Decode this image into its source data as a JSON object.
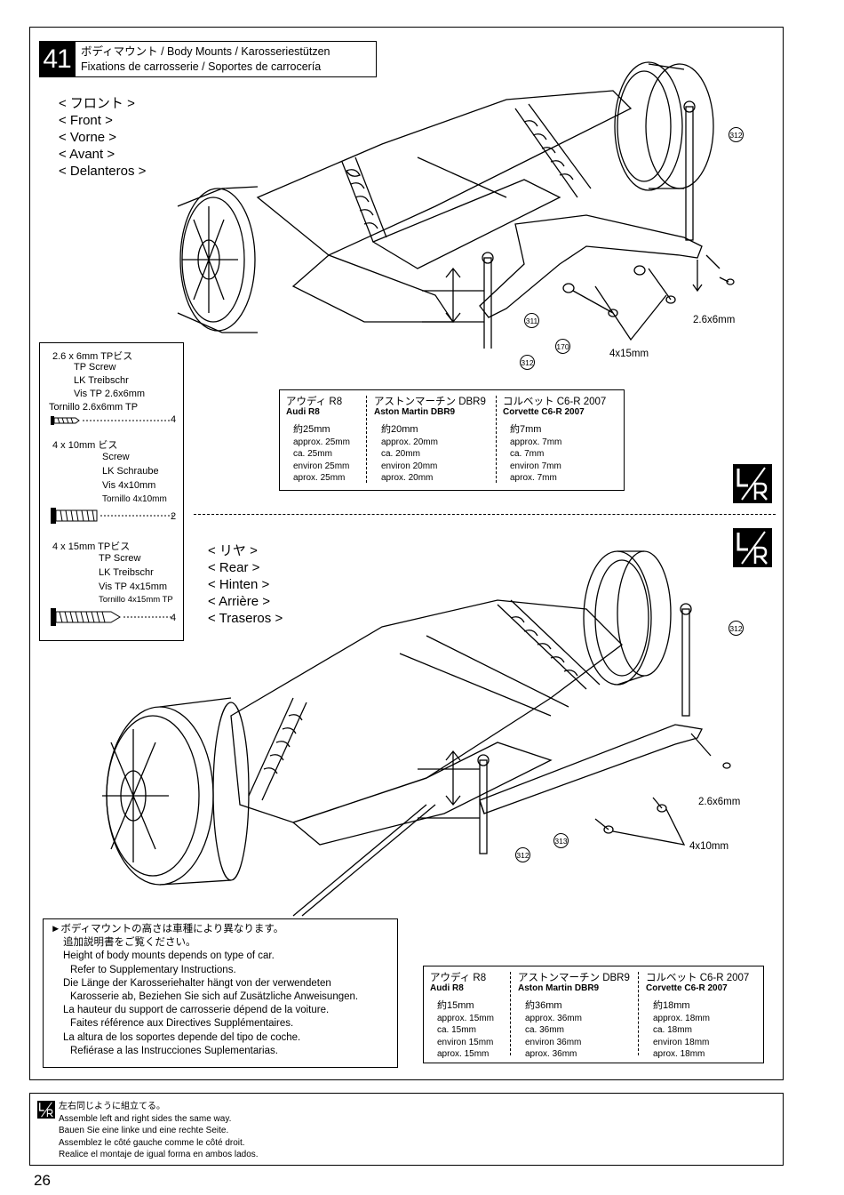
{
  "step": {
    "number": "41",
    "title_line1": "ボディマウント / Body Mounts / Karosseriestützen",
    "title_line2": "Fixations de carrosserie / Soportes de carrocería"
  },
  "front_label": [
    "< フロント >",
    "< Front >",
    "< Vorne >",
    "< Avant >",
    "< Delanteros >"
  ],
  "rear_label": [
    "< リヤ >",
    "< Rear >",
    "< Hinten >",
    "< Arrière >",
    "< Traseros >"
  ],
  "parts": [
    {
      "title": "2.6 x 6mm  TPビス",
      "names": [
        "TP Screw",
        "LK Treibschr",
        "Vis TP 2.6x6mm",
        "Tornillo 2.6x6mm TP"
      ],
      "qty": "4"
    },
    {
      "title": "4 x 10mm  ビス",
      "names": [
        "Screw",
        "LK Schraube",
        "Vis 4x10mm",
        "Tornillo 4x10mm"
      ],
      "qty": "2"
    },
    {
      "title": "4 x 15mm  TPビス",
      "names": [
        "TP Screw",
        "LK Treibschr",
        "Vis TP 4x15mm",
        "Tornillo 4x15mm TP"
      ],
      "qty": "4"
    }
  ],
  "front_table": [
    {
      "jp": "アウディ R8",
      "en": "Audi R8",
      "values": [
        "約25mm",
        "approx. 25mm",
        "ca. 25mm",
        "environ 25mm",
        "aprox. 25mm"
      ]
    },
    {
      "jp": "アストンマーチン DBR9",
      "en": "Aston Martin DBR9",
      "values": [
        "約20mm",
        "approx. 20mm",
        "ca. 20mm",
        "environ 20mm",
        "aprox. 20mm"
      ]
    },
    {
      "jp": "コルベット C6-R 2007",
      "en": "Corvette C6-R 2007",
      "values": [
        "約7mm",
        "approx. 7mm",
        "ca. 7mm",
        "environ 7mm",
        "aprox. 7mm"
      ]
    }
  ],
  "rear_table": [
    {
      "jp": "アウディ R8",
      "en": "Audi R8",
      "values": [
        "約15mm",
        "approx. 15mm",
        "ca. 15mm",
        "environ 15mm",
        "aprox. 15mm"
      ]
    },
    {
      "jp": "アストンマーチン DBR9",
      "en": "Aston Martin DBR9",
      "values": [
        "約36mm",
        "approx. 36mm",
        "ca. 36mm",
        "environ 36mm",
        "aprox. 36mm"
      ]
    },
    {
      "jp": "コルベット C6-R 2007",
      "en": "Corvette C6-R 2007",
      "values": [
        "約18mm",
        "approx. 18mm",
        "ca. 18mm",
        "environ 18mm",
        "aprox. 18mm"
      ]
    }
  ],
  "callouts": {
    "front_screw": "2.6x6mm",
    "front_screw2": "4x15mm",
    "rear_screw": "2.6x6mm",
    "rear_screw2": "4x10mm",
    "part_312": "312",
    "part_311": "311",
    "part_170": "170",
    "part_313": "313"
  },
  "lr_icon": {
    "letters": "L/R"
  },
  "note": {
    "lines": [
      "►ボディマウントの高さは車種により異なります。",
      "  追加説明書をご覧ください。",
      "Height of body mounts depends on type of car.",
      "  Refer to Supplementary Instructions.",
      "Die Länge der Karosseriehalter hängt von der verwendeten",
      "  Karosserie ab, Beziehen Sie sich auf Zusätzliche Anweisungen.",
      "La hauteur du support de carrosserie dépend de la voiture.",
      "  Faites référence aux Directives Supplémentaires.",
      "La altura de los soportes depende del tipo de coche.",
      "  Refiérase a las Instrucciones Suplementarias."
    ]
  },
  "footer": {
    "lines": [
      "左右同じように組立てる。",
      "Assemble left and right sides the same way.",
      "Bauen Sie eine linke und eine rechte Seite.",
      "Assemblez le côté gauche comme le côté droit.",
      "Realice el montaje de igual forma en ambos lados."
    ]
  },
  "page_number": "26"
}
